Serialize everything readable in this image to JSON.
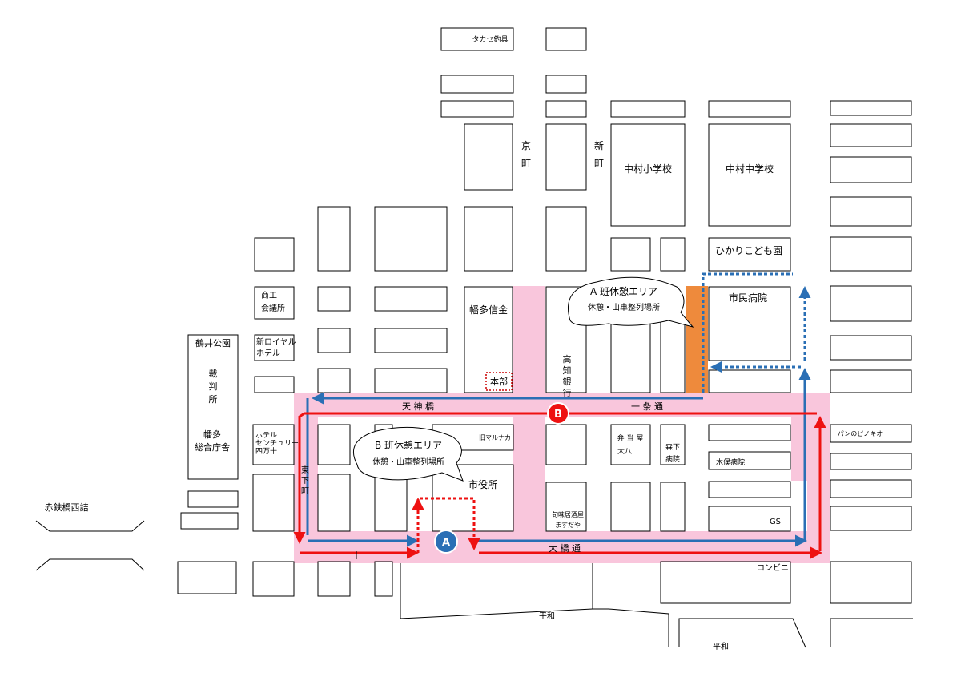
{
  "colors": {
    "event_zone": "#f9c6dc",
    "hospital_zone": "#ee8a3c",
    "route_red": "#ee1111",
    "route_blue": "#2a6fb5",
    "marker_a": "#2a6fb5",
    "marker_b": "#ee1111"
  },
  "landmarks": {
    "takase": "タカセ釣具",
    "nakamura_elem": "中村小学校",
    "nakamura_jhs": "中村中学校",
    "hikari": "ひかりこども園",
    "hospital": "市民病院",
    "hata_shinkin": "幡多信金",
    "honbu": "本部",
    "shoko_1": "商工",
    "shoko_2": "会議所",
    "royal_1": "新ロイヤル",
    "royal_2": "ホテル",
    "kakui_park": "鶴井公園",
    "court": "裁判所",
    "hata_1": "幡多",
    "hata_2": "総合庁舎",
    "hotel_c_1": "ホテル",
    "hotel_c_2": "センチュリー",
    "hotel_c_3": "四万十",
    "maruneka": "旧マルナカ",
    "shiyakusho": "市役所",
    "bentoya_1": "弁 当 屋",
    "bentoya_2": "大八",
    "morishita_1": "森下",
    "morishita_2": "病院",
    "kimata": "木俣病院",
    "pino": "パンのピノキオ",
    "izakaya_1": "旬味居酒屋",
    "izakaya_2": "ますだや",
    "gs": "GS",
    "conbini": "コンビニ",
    "akatetsu": "赤鉄橋西詰",
    "heiwa_1": "平和",
    "heiwa_2": "平和",
    "bank": "高知銀行"
  },
  "streets": {
    "kyomachi": "京町",
    "shinmachi": "新町",
    "tenjinbashi": "天 神 橋",
    "ichijo": "一 条 通",
    "ohashi": "大 橋 通",
    "higashishimo": "東下町"
  },
  "callouts": {
    "a_title": "A 班休憩エリア",
    "a_sub": "休憩・山車整列場所",
    "b_title": "B 班休憩エリア",
    "b_sub": "休憩・山車整列場所"
  },
  "markers": {
    "a": "A",
    "b": "B"
  }
}
